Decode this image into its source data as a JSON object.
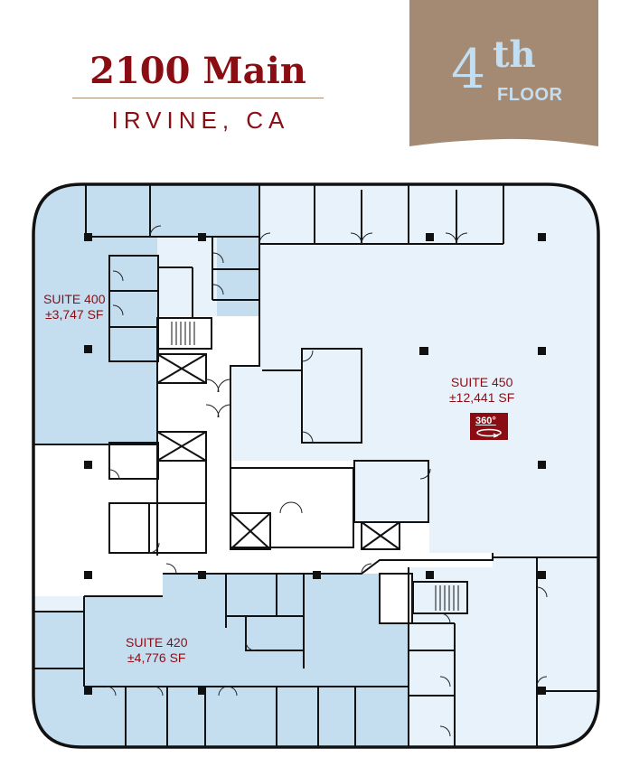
{
  "header": {
    "building_name": "2100 Main",
    "city": "IRVINE, CA"
  },
  "floor_badge": {
    "number": "4",
    "suffix": "th",
    "label": "FLOOR",
    "background_color": "#a48a73",
    "text_color": "#c3ddf1"
  },
  "floor_plan": {
    "colors": {
      "available_suite": "#c4def0",
      "large_suite": "#e8f2fa",
      "core": "#ffffff",
      "walls": "#111111",
      "label": "#8b0d14"
    },
    "suites": [
      {
        "name": "SUITE 400",
        "area": "±3,747 SF"
      },
      {
        "name": "SUITE 450",
        "area": "±12,441 SF",
        "virtual_tour": {
          "label": "360°",
          "icon": "360-tour-icon"
        }
      },
      {
        "name": "SUITE 420",
        "area": "±4,776 SF"
      }
    ]
  }
}
